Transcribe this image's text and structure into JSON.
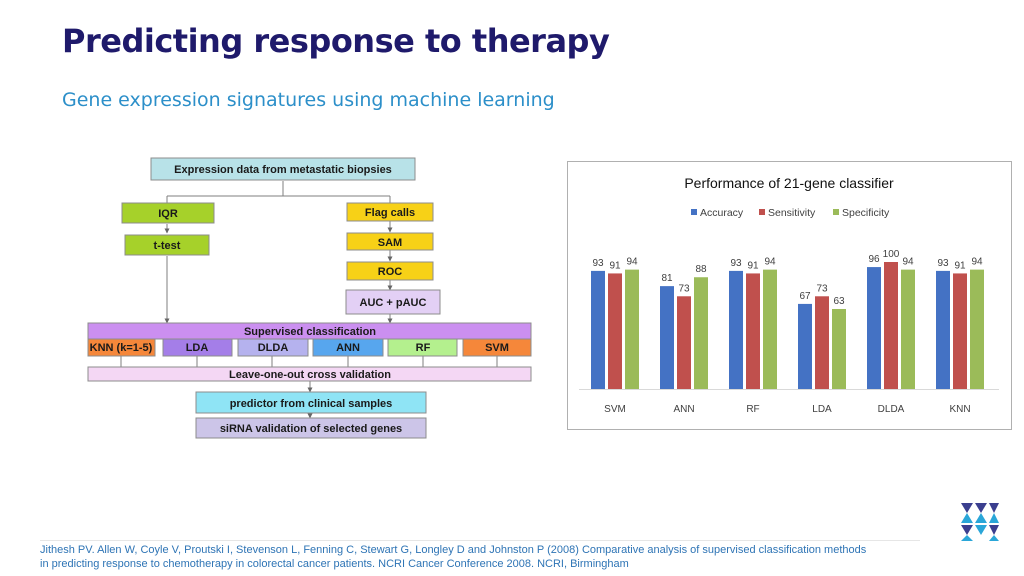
{
  "slide": {
    "title": "Predicting response to therapy",
    "subtitle": "Gene expression signatures using machine learning",
    "citation_line1": "Jithesh PV. Allen W, Coyle V, Proutski I, Stevenson L, Fenning C, Stewart G, Longley D and Johnston P (2008) Comparative analysis of supervised classification methods",
    "citation_line2": "in predicting response to chemotherapy in colorectal cancer patients. NCRI Cancer Conference 2008. NCRI, Birmingham"
  },
  "flowchart": {
    "expression": "Expression data from metastatic biopsies",
    "iqr": "IQR",
    "ttest": "t-test",
    "flag_calls": "Flag calls",
    "sam": "SAM",
    "roc": "ROC",
    "auc": "AUC + pAUC",
    "supervised": "Supervised classification",
    "methods": [
      "KNN (k=1-5)",
      "LDA",
      "DLDA",
      "ANN",
      "RF",
      "SVM"
    ],
    "loocv": "Leave-one-out cross validation",
    "predictor": "predictor from clinical samples",
    "sirna": "siRNA validation of selected genes",
    "colors": {
      "expression": "#b8e2e8",
      "green": "#a6d12a",
      "yellow": "#f7d117",
      "lavender": "#e3d0f5",
      "purple": "#cb8ff0",
      "knn": "#f5873a",
      "lda": "#a47ee8",
      "dlda": "#b5b2ee",
      "ann": "#57a6ee",
      "rf": "#b4f08e",
      "svm": "#f5873a",
      "loocv": "#f4d7f4",
      "predictor": "#8fe4f5",
      "sirna": "#ccc5e8"
    }
  },
  "chart_data": {
    "type": "bar",
    "title": "Performance of 21-gene classifier",
    "categories": [
      "SVM",
      "ANN",
      "RF",
      "LDA",
      "DLDA",
      "KNN"
    ],
    "series": [
      {
        "name": "Accuracy",
        "color": "#4472c4",
        "values": [
          93,
          81,
          93,
          67,
          96,
          93
        ]
      },
      {
        "name": "Sensitivity",
        "color": "#c0504d",
        "values": [
          91,
          73,
          91,
          73,
          100,
          91
        ]
      },
      {
        "name": "Specificity",
        "color": "#9bbb59",
        "values": [
          94,
          88,
          94,
          63,
          94,
          94
        ]
      }
    ],
    "ylim": [
      0,
      100
    ],
    "legend": "top",
    "grid": false
  }
}
